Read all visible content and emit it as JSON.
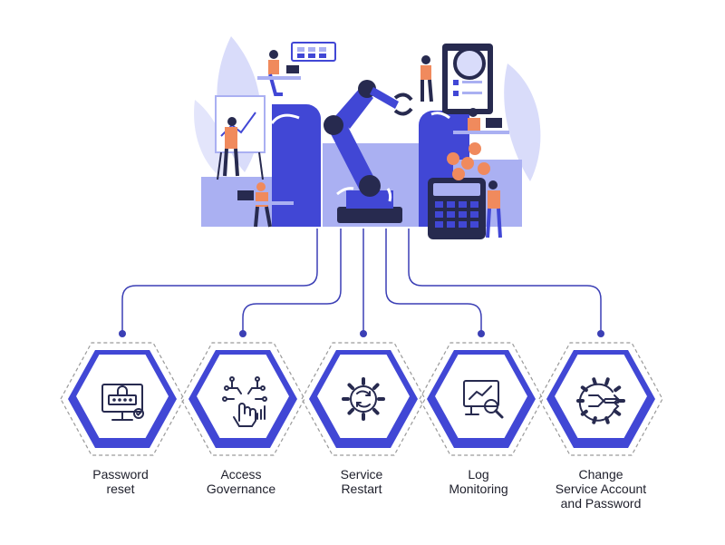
{
  "colors": {
    "primary": "#4147d5",
    "light": "#aab0f2",
    "pale": "#d9dcfa",
    "accent": "#f08a5d",
    "dark": "#272a4f"
  },
  "illustration": {
    "subject": "automation-robot-arm-with-team"
  },
  "services": [
    {
      "id": "password-reset",
      "icon": "password-lock-monitor-icon",
      "label_lines": [
        "Password",
        "reset"
      ]
    },
    {
      "id": "access-governance",
      "icon": "touch-circuit-icon",
      "label_lines": [
        "Access",
        "Governance"
      ]
    },
    {
      "id": "service-restart",
      "icon": "gear-cycle-icon",
      "label_lines": [
        "Service",
        "Restart"
      ]
    },
    {
      "id": "log-monitoring",
      "icon": "monitor-magnifier-icon",
      "label_lines": [
        "Log",
        "Monitoring"
      ]
    },
    {
      "id": "change-service-account",
      "icon": "gear-exchange-icon",
      "label_lines": [
        "Change",
        "Service Account",
        "and Password"
      ]
    }
  ]
}
